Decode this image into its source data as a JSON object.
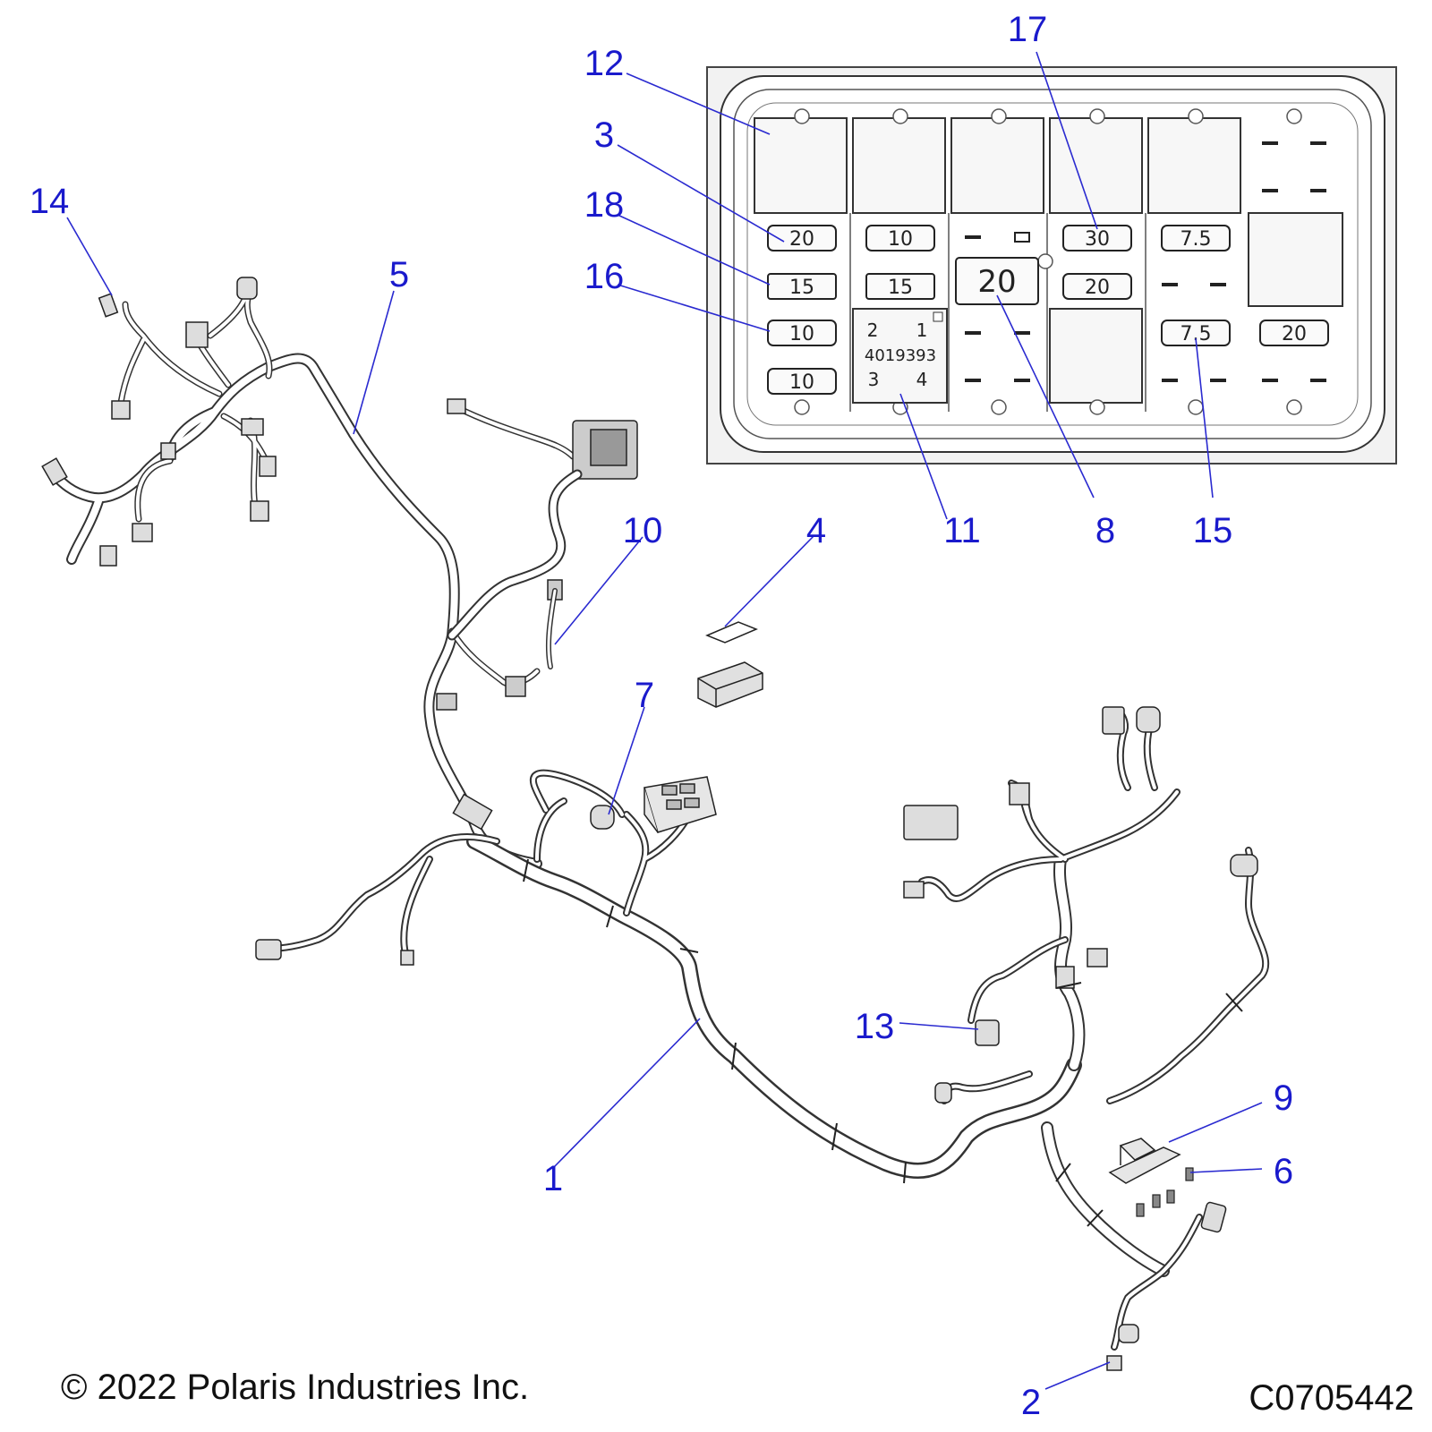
{
  "callouts": [
    "1",
    "2",
    "3",
    "4",
    "5",
    "6",
    "7",
    "8",
    "9",
    "10",
    "11",
    "12",
    "13",
    "14",
    "15",
    "16",
    "17",
    "18"
  ],
  "fuse_box": {
    "fuse_labels": {
      "a": "20",
      "b": "10",
      "c": "30",
      "d": "7.5",
      "e": "15",
      "f": "15",
      "g": "20",
      "h": "10",
      "i": "7.5",
      "j": "20",
      "k": "10",
      "big": "20"
    },
    "relay_labels": {
      "p2": "2",
      "p1": "1",
      "part": "4019393",
      "p3": "3",
      "p4": "4"
    }
  },
  "footer": {
    "copyright": "© 2022 Polaris Industries Inc.",
    "drawing_number": "C0705442"
  }
}
